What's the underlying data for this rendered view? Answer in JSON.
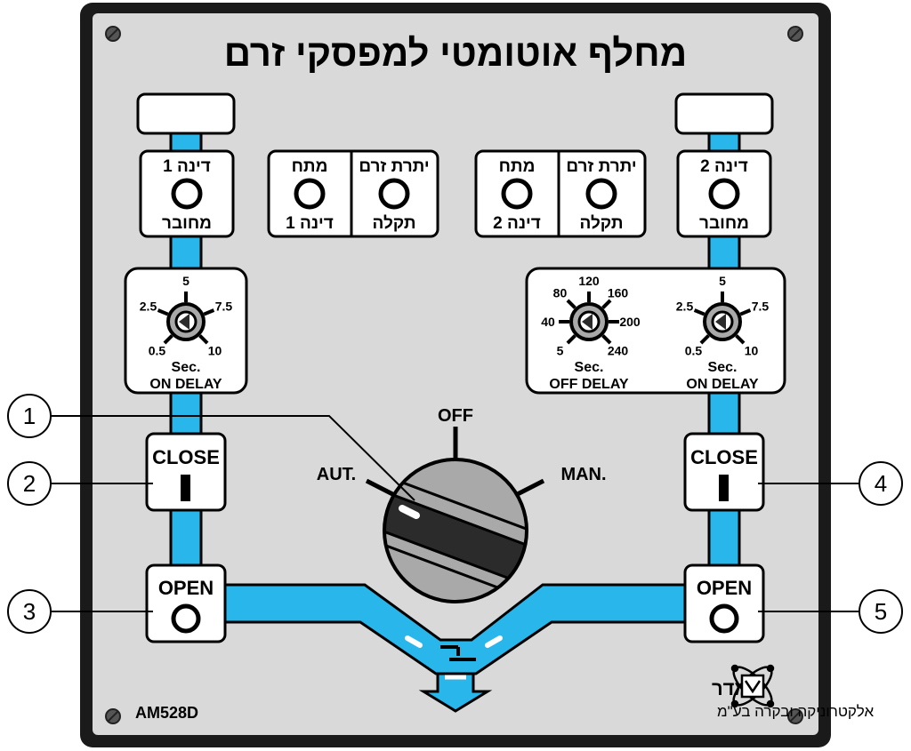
{
  "panel": {
    "title": "מחלף אוטומטי למפסקי זרם",
    "model": "AM528D",
    "brand_name": "אמדר",
    "brand_tagline": "אלקטרוניקה ובקרה בע\"מ"
  },
  "indicators": {
    "gen1_connected": {
      "top": "דינה 1",
      "bottom": "מחובר"
    },
    "gen2_connected": {
      "top": "דינה 2",
      "bottom": "מחובר"
    },
    "gen1_voltage": {
      "top": "מתח",
      "bottom": "דינה 1"
    },
    "gen1_overcurrent": {
      "top": "יתרת זרם",
      "bottom": "תקלה"
    },
    "gen2_voltage": {
      "top": "מתח",
      "bottom": "דינה 2"
    },
    "gen2_overcurrent": {
      "top": "יתרת זרם",
      "bottom": "תקלה"
    }
  },
  "on_delay_dial": {
    "ticks": [
      "0.5",
      "2.5",
      "5",
      "7.5",
      "10"
    ],
    "unit": "Sec.",
    "label": "ON DELAY"
  },
  "off_delay_dial": {
    "ticks": [
      "5",
      "40",
      "80",
      "120",
      "160",
      "200",
      "240"
    ],
    "unit": "Sec.",
    "label": "OFF DELAY"
  },
  "mode_switch": {
    "positions": [
      "AUT.",
      "OFF",
      "MAN."
    ]
  },
  "buttons": {
    "close_label": "CLOSE",
    "close_symbol": "I",
    "open_label": "OPEN"
  },
  "callouts": [
    "1",
    "2",
    "3",
    "4",
    "5"
  ],
  "colors": {
    "panel": "#d9d9d9",
    "frame": "#1a1a1a",
    "busbar": "#29b6ea",
    "knob_dark": "#2b2b2b",
    "knob_light": "#a9a9a9"
  }
}
